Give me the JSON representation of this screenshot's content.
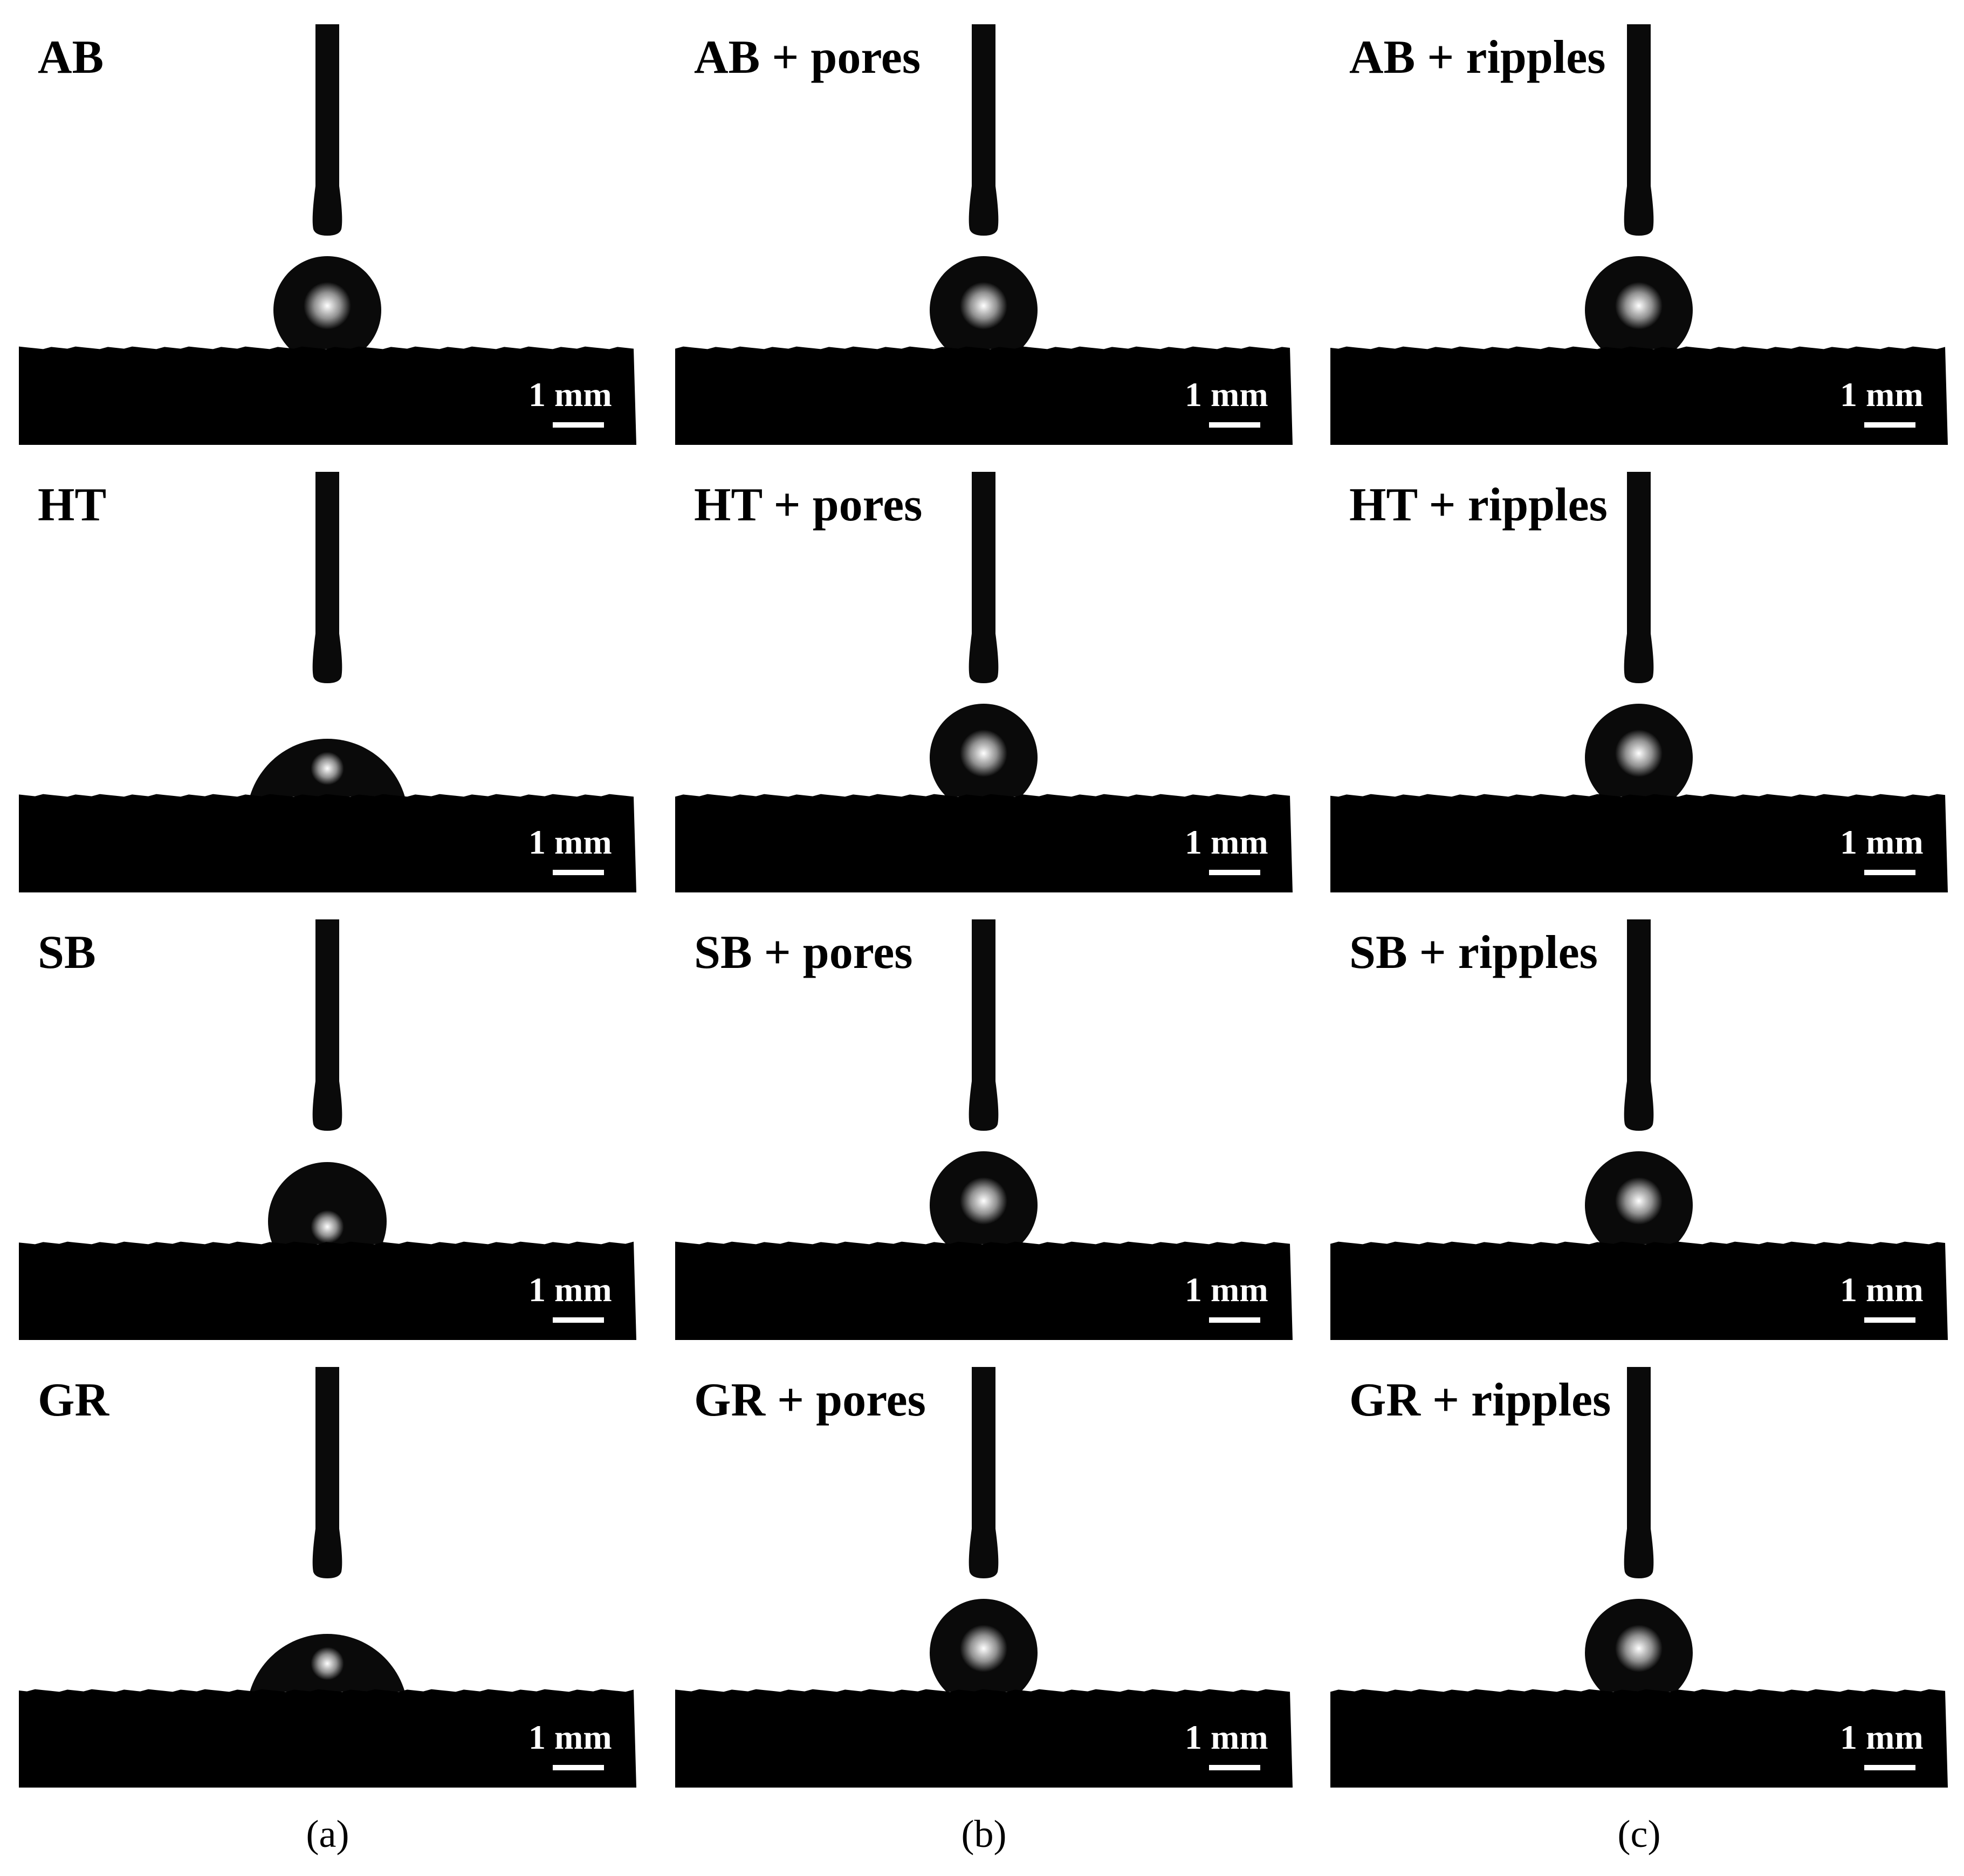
{
  "figure": {
    "panels": [
      {
        "label": "AB",
        "scale": "1 mm",
        "contact": "high"
      },
      {
        "label": "AB + pores",
        "scale": "1 mm",
        "contact": "high"
      },
      {
        "label": "AB + ripples",
        "scale": "1 mm",
        "contact": "high"
      },
      {
        "label": "HT",
        "scale": "1 mm",
        "contact": "low"
      },
      {
        "label": "HT + pores",
        "scale": "1 mm",
        "contact": "high"
      },
      {
        "label": "HT + ripples",
        "scale": "1 mm",
        "contact": "high"
      },
      {
        "label": "SB",
        "scale": "1 mm",
        "contact": "medium"
      },
      {
        "label": "SB + pores",
        "scale": "1 mm",
        "contact": "high"
      },
      {
        "label": "SB + ripples",
        "scale": "1 mm",
        "contact": "high"
      },
      {
        "label": "GR",
        "scale": "1 mm",
        "contact": "low"
      },
      {
        "label": "GR + pores",
        "scale": "1 mm",
        "contact": "high"
      },
      {
        "label": "GR + ripples",
        "scale": "1 mm",
        "contact": "high"
      }
    ],
    "column_labels": [
      "(a)",
      "(b)",
      "(c)"
    ],
    "colors": {
      "background": "#ffffff",
      "substrate": "#000000",
      "droplet": "#0a0a0a",
      "highlight": "#ffffff"
    }
  }
}
